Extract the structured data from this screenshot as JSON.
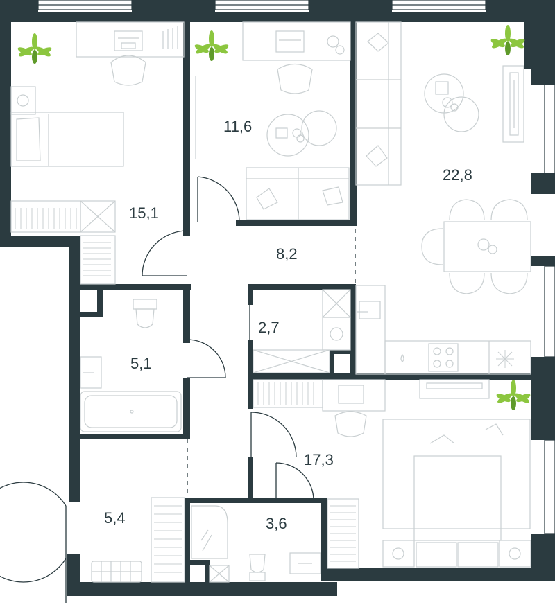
{
  "colors": {
    "wall": "#2b3b40",
    "furniture": "#c9cfd1",
    "plant": "#8cc63f",
    "background": "#ffffff"
  },
  "rooms": [
    {
      "id": "bedroom-left",
      "area": "15,1"
    },
    {
      "id": "bedroom-middle",
      "area": "11,6"
    },
    {
      "id": "living-kitchen",
      "area": "22,8"
    },
    {
      "id": "hallway",
      "area": "8,2"
    },
    {
      "id": "closet",
      "area": "2,7"
    },
    {
      "id": "bathroom",
      "area": "5,1"
    },
    {
      "id": "bedroom-master",
      "area": "17,3"
    },
    {
      "id": "entrance-hall",
      "area": "5,4"
    },
    {
      "id": "wc",
      "area": "3,6"
    }
  ]
}
